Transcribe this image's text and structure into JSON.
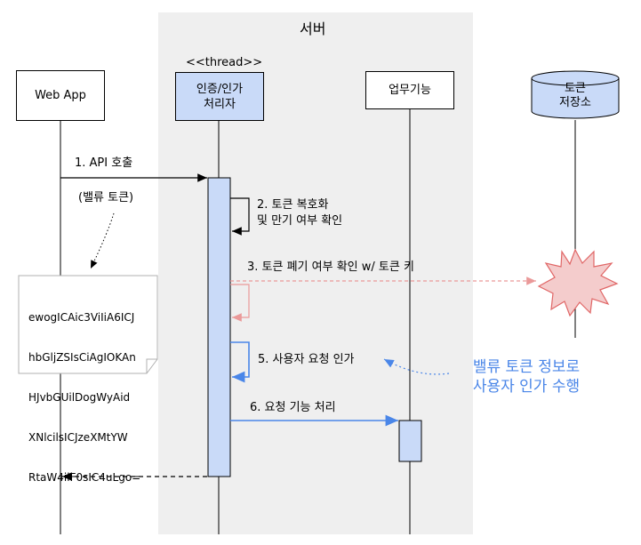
{
  "server_region": {
    "label": "서버"
  },
  "participants": {
    "webapp": {
      "label": "Web App"
    },
    "auth": {
      "stereotype": "<<thread>>",
      "label_line1": "인증/인가",
      "label_line2": "처리자"
    },
    "business": {
      "label": "업무기능"
    },
    "token_store": {
      "label_line1": "토큰",
      "label_line2": "저장소"
    }
  },
  "messages": {
    "m1": {
      "label": "1. API 호출"
    },
    "m1_note": {
      "label": "(밸류 토큰)"
    },
    "m2": {
      "label_line1": "2. 토큰 복호화",
      "label_line2": "및 만기 여부 확인"
    },
    "m3": {
      "label": "3. 토큰 폐기 여부 확인 w/ 토큰 키"
    },
    "m5": {
      "label": "5. 사용자 요청 인가"
    },
    "m6": {
      "label": "6. 요청 기능 처리"
    }
  },
  "token_note": {
    "lines": [
      "ewogICAic3ViIiA6ICJ",
      "hbGljZSIsCiAgIOKAn",
      "HJvbGUilDogWyAid",
      "XNlcilsICJzeXMtYW",
      "RtaW4ilF0sIC4uLgo="
    ]
  },
  "annotation": {
    "line1": "밸류 토큰 정보로",
    "line2": "사용자 인가 수행"
  },
  "colors": {
    "server_bg": "#efefef",
    "activation_fill": "#c9daf8",
    "blue": "#4a86e8",
    "red_dashed": "#ea9999",
    "explosion_fill": "#f4cccc",
    "explosion_stroke": "#e06666"
  }
}
